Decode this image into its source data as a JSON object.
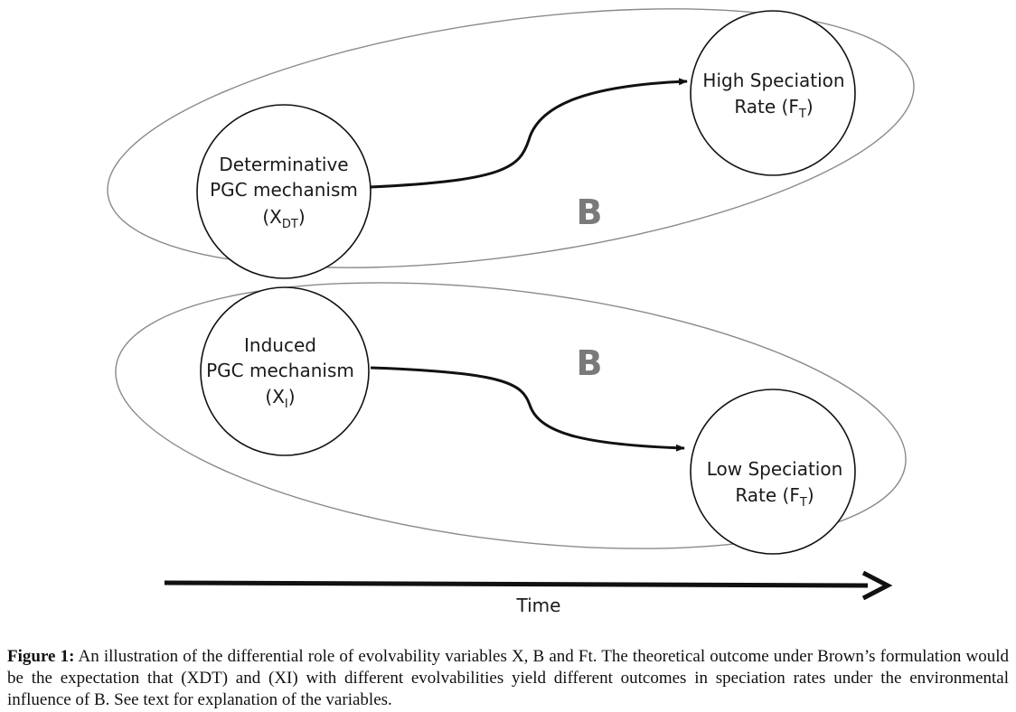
{
  "diagram": {
    "top_group": {
      "env_label": "B",
      "source_node": {
        "line1": "Determinative",
        "line2": "PGC mechanism",
        "sym_open": "(X",
        "sym_sub": "DT",
        "sym_close": ")"
      },
      "target_node": {
        "line1": "High Speciation",
        "line2_prefix": "Rate (F",
        "line2_sub": "T",
        "line2_close": ")"
      }
    },
    "bottom_group": {
      "env_label": "B",
      "source_node": {
        "line1": "Induced",
        "line2": "PGC mechanism",
        "sym_open": "(X",
        "sym_sub": "I",
        "sym_close": ")"
      },
      "target_node": {
        "line1": "Low Speciation",
        "line2_prefix": "Rate (F",
        "line2_sub": "T",
        "line2_close": ")"
      }
    },
    "time_axis": {
      "label": "Time"
    }
  },
  "caption": {
    "label": "Figure 1:",
    "text": " An illustration of the differential role of evolvability variables X, B and Ft. The theoretical outcome under Brown’s formulation would be the expectation that (XDT) and (XI) with different evolvabilities yield different outcomes in speciation rates under the environmental influence of B. See text for explanation of the variables."
  }
}
